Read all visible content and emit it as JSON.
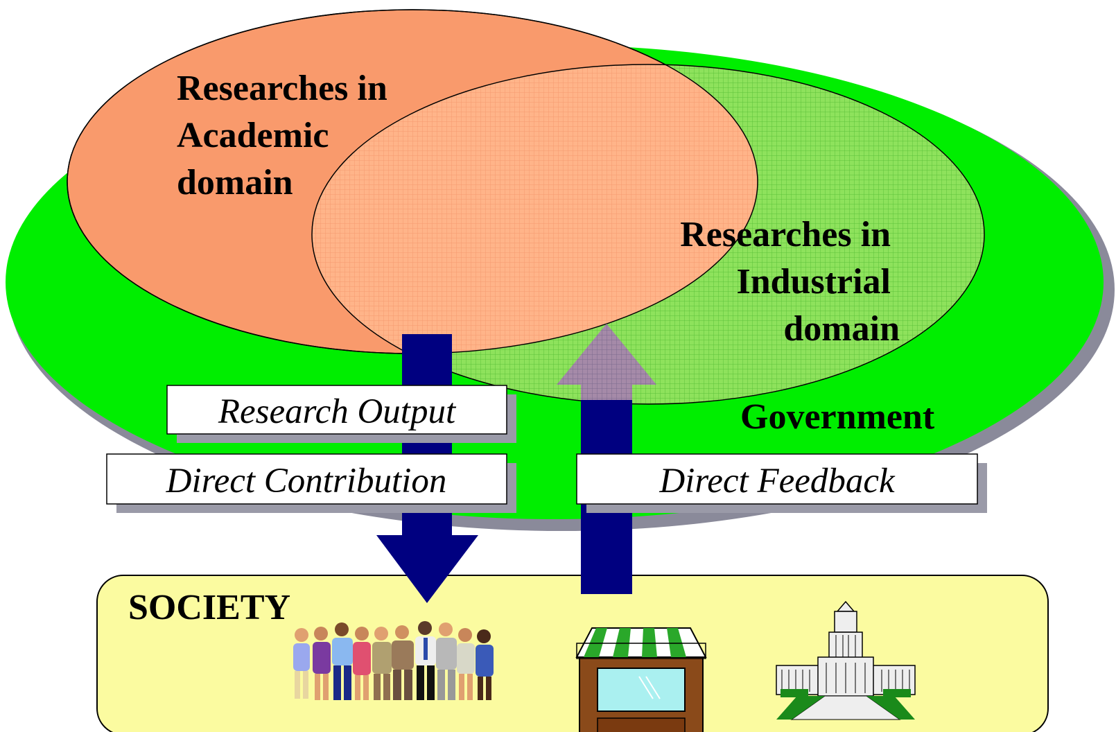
{
  "academic": {
    "line1": "Researches in",
    "line2": "Academic",
    "line3": "domain"
  },
  "industrial": {
    "line1": "Researches in",
    "line2": "Industrial",
    "line3": "domain"
  },
  "government": {
    "label": "Government"
  },
  "labels": {
    "research_output": "Research Output",
    "direct_contribution": "Direct Contribution",
    "direct_feedback": "Direct Feedback"
  },
  "society": {
    "label": "SOCIETY",
    "icons": [
      "people-group-icon",
      "storefront-icon",
      "parliament-building-icon"
    ]
  },
  "colors": {
    "government": "#00ee00",
    "academic": "#f99a6c",
    "industrial_grid": "#88dd55",
    "overlap": "#ffb07f",
    "arrow_blue": "#000080",
    "arrow_purple": "#9a82a8",
    "society_bg": "#fbfba0"
  }
}
